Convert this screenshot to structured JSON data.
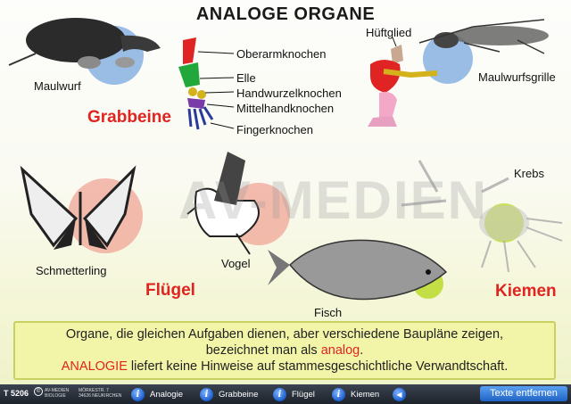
{
  "title": "ANALOGE ORGANE",
  "watermark": "AV-MEDIEN",
  "animals": {
    "maulwurf": "Maulwurf",
    "maulwurfsgrille": "Maulwurfsgrille",
    "schmetterling": "Schmetterling",
    "vogel": "Vogel",
    "fisch": "Fisch",
    "krebs": "Krebs"
  },
  "bones": {
    "oberarm": "Oberarmknochen",
    "elle": "Elle",
    "handwurzel": "Handwurzelknochen",
    "mittelhand": "Mittelhandknochen",
    "finger": "Fingerknochen",
    "hueftglied": "Hüftglied"
  },
  "categories": {
    "grabbeine": "Grabbeine",
    "fluegel": "Flügel",
    "kiemen": "Kiemen"
  },
  "info": {
    "line1": "Organe, die gleichen Aufgaben dienen, aber verschiedene Baupläne zeigen,",
    "line2_pre": "bezeichnet man als ",
    "line2_hl": "analog",
    "line2_post": ".",
    "line3_hl": "ANALOGIE",
    "line3_post": "  liefert keine Hinweise auf stammesgeschichtliche Verwandtschaft."
  },
  "footer": {
    "code": "T 5206",
    "publisher_line1": "AV-MEDIEN",
    "publisher_line2": "BIOLOGIE",
    "address_line1": "MÖRKESTR. 7",
    "address_line2": "34626 NEUKIRCHEN",
    "nav": [
      "Analogie",
      "Grabbeine",
      "Flügel",
      "Kiemen"
    ],
    "back_icon": "back-arrow-icon",
    "remove_label": "Texte entfernen"
  },
  "colors": {
    "accent_red": "#e02420",
    "info_bg": "#f2f4a8",
    "blue_highlight": "#7aa8e0",
    "red_highlight": "#f0a090",
    "green_highlight": "#b8d820"
  }
}
